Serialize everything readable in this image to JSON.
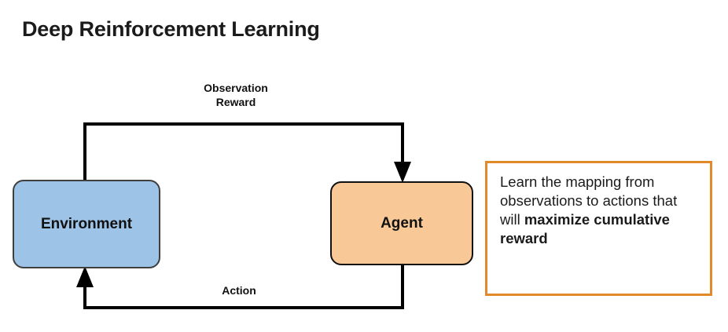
{
  "slide": {
    "title": "Deep Reinforcement Learning",
    "background_color": "#ffffff"
  },
  "diagram": {
    "type": "reinforcement-learning-loop",
    "nodes": [
      {
        "id": "environment",
        "label": "Environment",
        "fill_color": "#9DC3E6",
        "border_color": "#3f3f3f"
      },
      {
        "id": "agent",
        "label": "Agent",
        "fill_color": "#F8C896",
        "border_color": "#111111"
      }
    ],
    "edges": [
      {
        "id": "environment-to-agent",
        "from": "environment",
        "to": "agent",
        "label": "Observation\nReward",
        "direction": "down-into-agent",
        "color": "#000000"
      },
      {
        "id": "agent-to-environment",
        "from": "agent",
        "to": "environment",
        "label": "Action",
        "direction": "up-into-environment",
        "color": "#000000"
      }
    ]
  },
  "callout": {
    "border_color": "#E28A2B",
    "background_color": "#ffffff",
    "text_plain": "Learn the mapping from observations to actions that will maximize cumulative reward",
    "text_normal": "Learn the mapping from observations to actions that will ",
    "text_bold": "maximize cumulative reward"
  }
}
